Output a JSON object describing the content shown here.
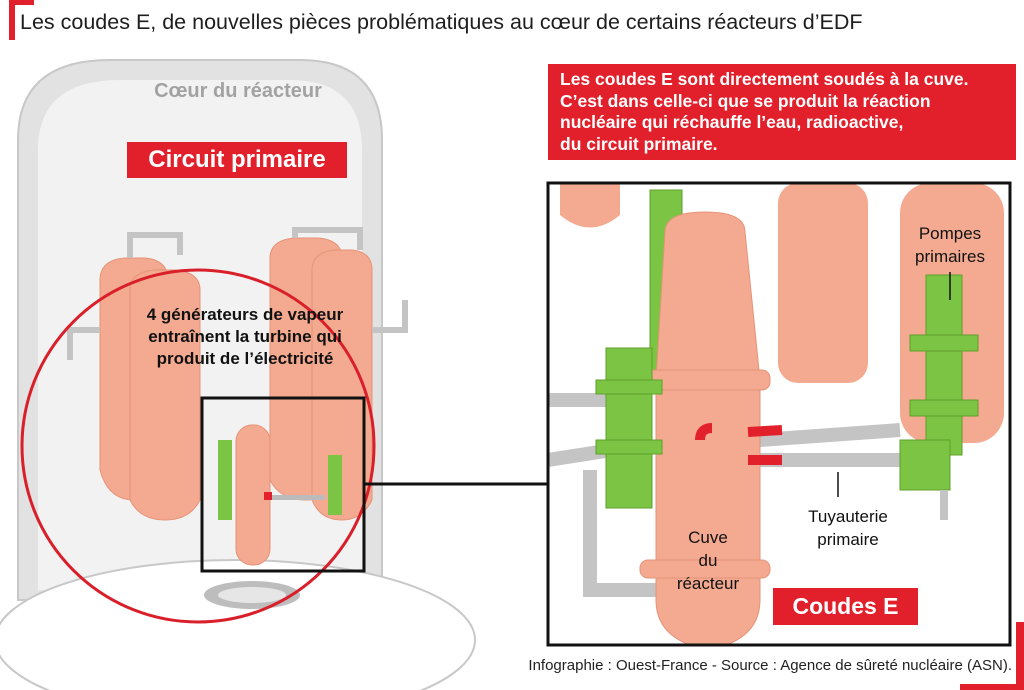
{
  "title": "Les coudes E, de nouvelles pièces problématiques au cœur de certains réacteurs d’EDF",
  "info_box": {
    "lines": [
      "Les coudes E sont directement soudés à la cuve.",
      "C’est dans celle-ci que se produit la réaction",
      "nucléaire qui réchauffe l’eau, radioactive,",
      "du circuit primaire."
    ]
  },
  "left_panel": {
    "containment_label": "Cœur du réacteur",
    "circuit_tag": "Circuit primaire",
    "generators_lines": [
      "4 générateurs de vapeur",
      "entraînent la turbine qui",
      "produit de l’électricité"
    ]
  },
  "zoom_panel": {
    "pumps_lines": [
      "Pompes",
      "primaires"
    ],
    "piping_lines": [
      "Tuyauterie",
      "primaire"
    ],
    "vessel_lines": [
      "Cuve",
      "du",
      "réacteur"
    ],
    "elbows_tag": "Coudes E"
  },
  "source": "Infographie : Ouest-France - Source : Agence de sûreté nucléaire (ASN).",
  "colors": {
    "accent_red": "#e2202b",
    "peach": "#f4aa90",
    "green": "#7cc443",
    "gray": "#e3e3e3"
  }
}
